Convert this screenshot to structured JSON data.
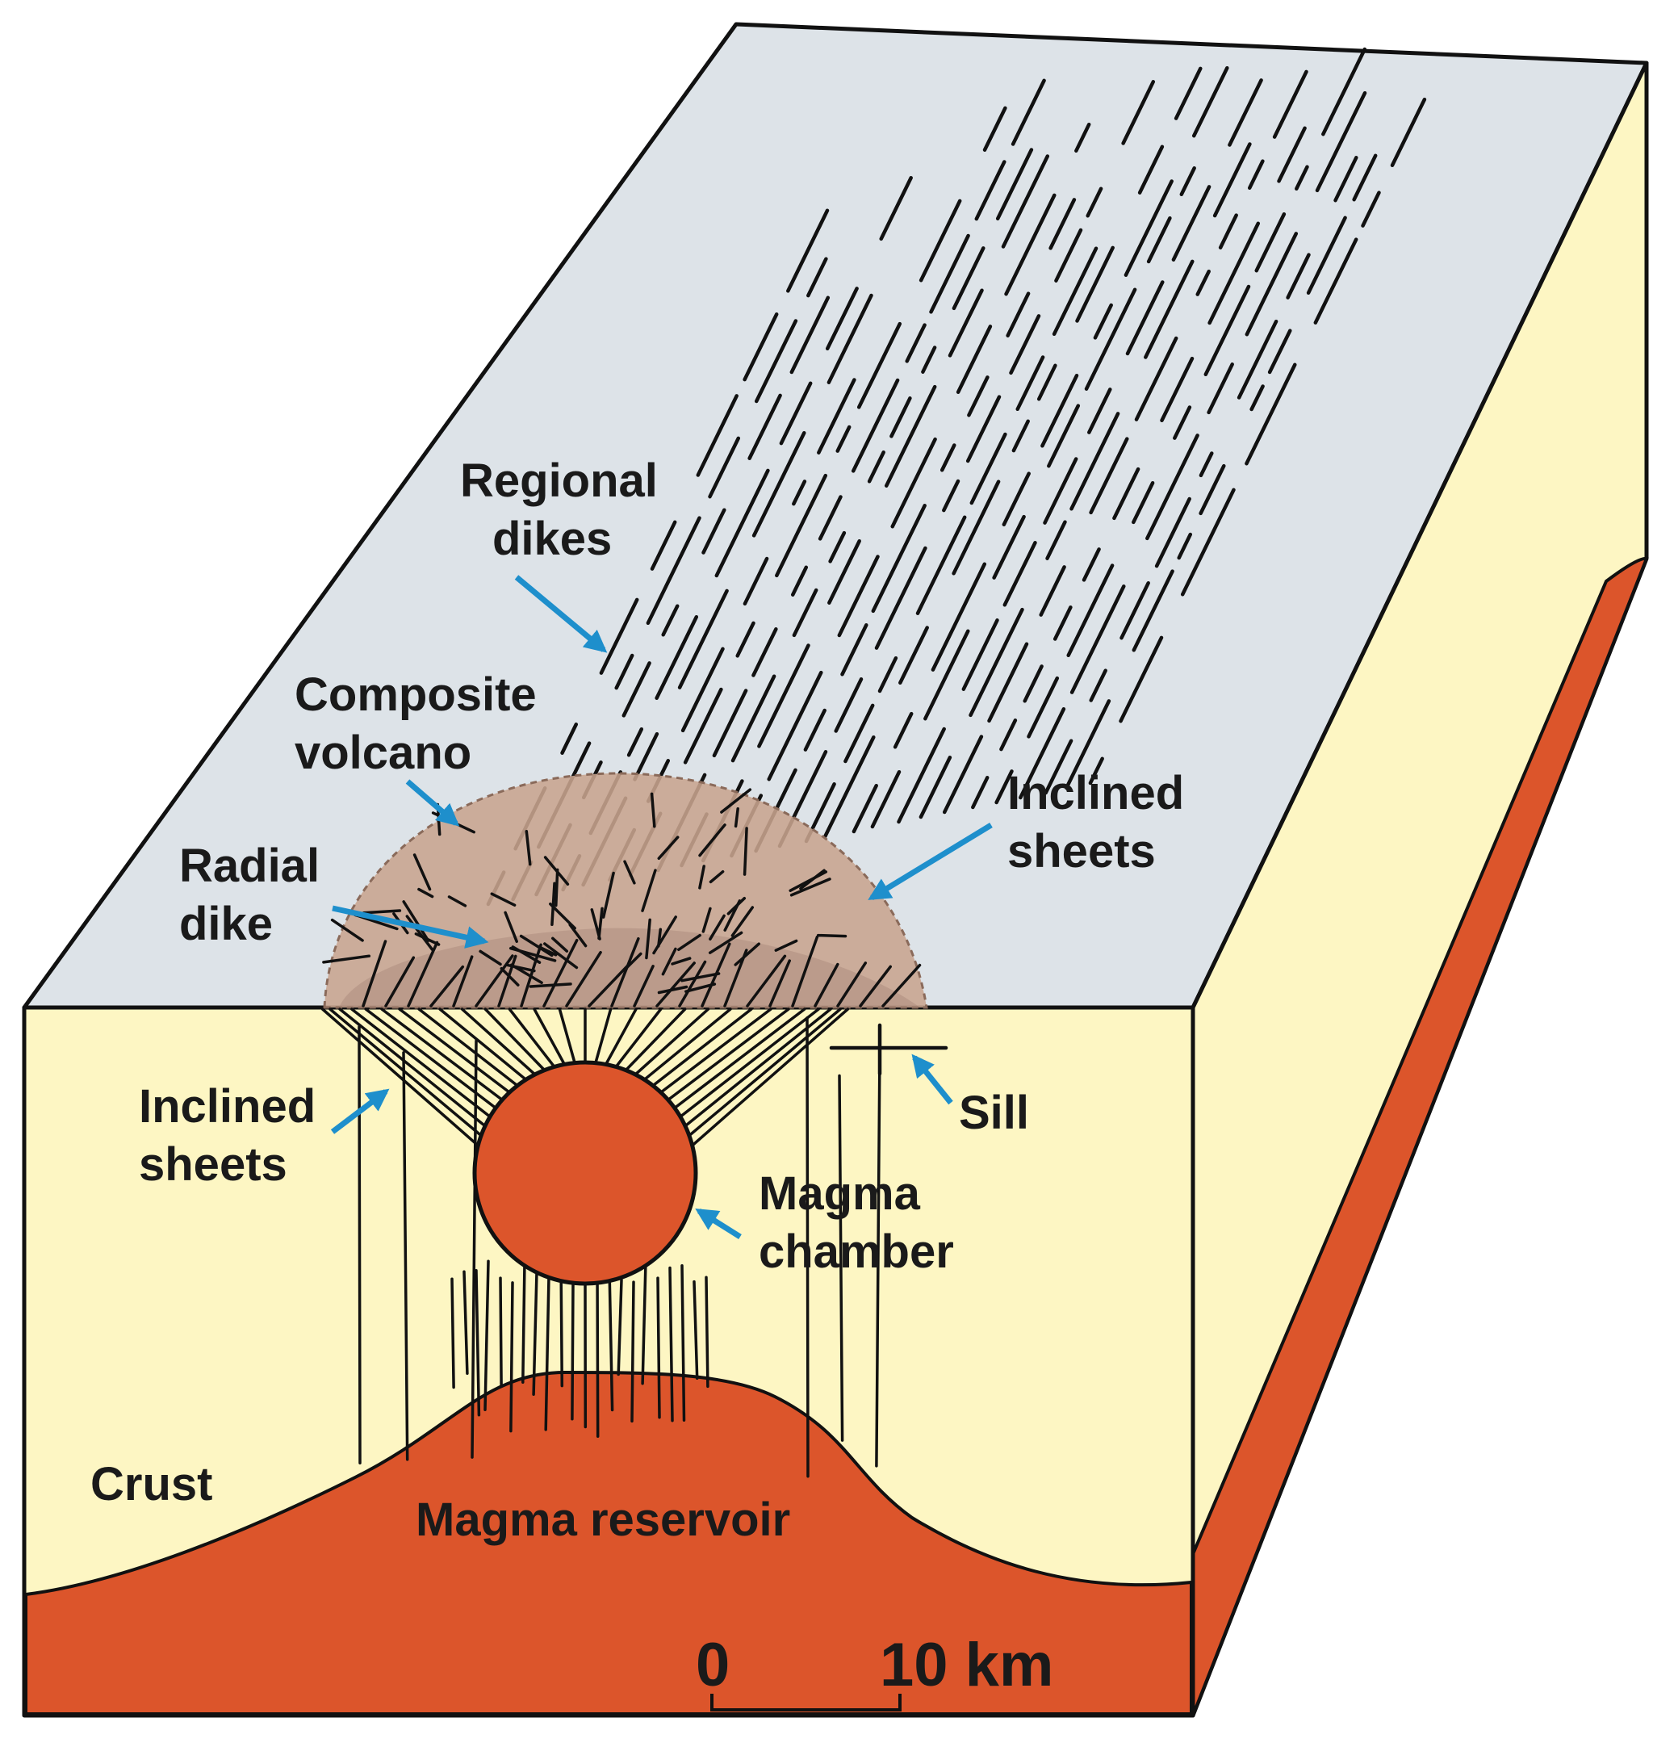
{
  "labels": {
    "regional_dikes": [
      "Regional",
      "dikes"
    ],
    "composite_volcano": [
      "Composite",
      "volcano"
    ],
    "radial_dike": [
      "Radial",
      "dike"
    ],
    "inclined_sheets_top": [
      "Inclined",
      "sheets"
    ],
    "inclined_sheets_side": [
      "Inclined",
      "sheets"
    ],
    "sill": "Sill",
    "magma_chamber": [
      "Magma",
      "chamber"
    ],
    "crust": "Crust",
    "magma_reservoir": "Magma reservoir"
  },
  "scale_bar": {
    "start": "0",
    "end": "10 km"
  },
  "colors": {
    "top_surface": "#dde3e8",
    "crust": "#fdf6c3",
    "magma": "#dc552b",
    "volcano": "#c8a48e",
    "arrow": "#1e8fcc"
  }
}
